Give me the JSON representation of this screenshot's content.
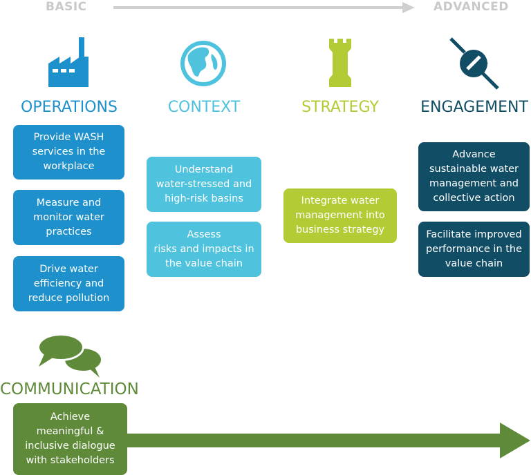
{
  "scale": {
    "basic_label": "BASIC",
    "advanced_label": "ADVANCED"
  },
  "columns": [
    {
      "title": "OPERATIONS",
      "icon": "factory-icon",
      "color": "#1e90cb",
      "items": [
        "Provide WASH\nservices in the\nworkplace",
        "Measure and\nmonitor water\npractices",
        "Drive water\nefficiency and\nreduce pollution"
      ]
    },
    {
      "title": "CONTEXT",
      "icon": "globe-icon",
      "color": "#4fc2dd",
      "items": [
        "Understand\nwater-stressed and\nhigh-risk basins",
        "Assess\nrisks and impacts in\nthe value chain"
      ]
    },
    {
      "title": "STRATEGY",
      "icon": "chess-rook-icon",
      "color": "#b3cb35",
      "items": [
        "Integrate water\nmanagement into\nbusiness strategy"
      ]
    },
    {
      "title": "ENGAGEMENT",
      "icon": "plug-icon",
      "color": "#114e66",
      "items": [
        "Advance\nsustainable water\nmanagement and\ncollective action",
        "Facilitate improved\nperformance in the\nvalue chain"
      ]
    }
  ],
  "communication": {
    "title": "COMMUNICATION",
    "icon": "speech-bubbles-icon",
    "color": "#5f8a3a",
    "item": "Achieve\nmeaningful &\ninclusive dialogue\nwith stakeholders"
  }
}
